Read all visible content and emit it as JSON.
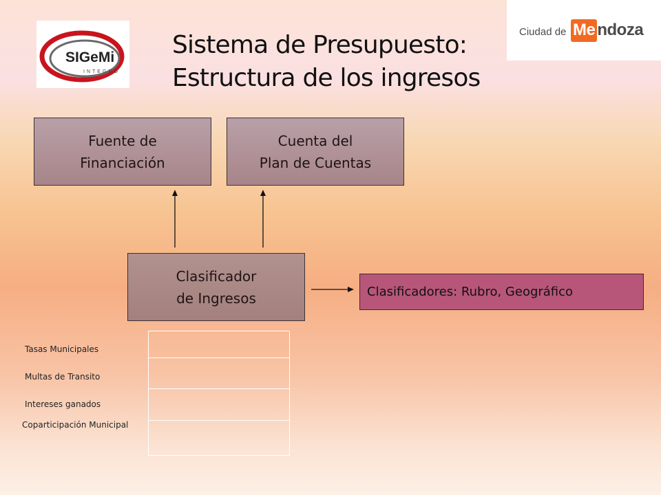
{
  "logos": {
    "left": {
      "name": "SIGeMi",
      "sub": "INTEGRO"
    },
    "right": {
      "city": "Ciudad de",
      "brand_highlight": "Me",
      "brand_rest": "ndoza"
    }
  },
  "title": {
    "line1": "Sistema de Presupuesto:",
    "line2": "Estructura de los ingresos"
  },
  "boxes": {
    "fuente": {
      "line1": "Fuente de",
      "line2": "Financiación"
    },
    "cuenta": {
      "line1": "Cuenta del",
      "line2": "Plan de Cuentas"
    },
    "clasificador": {
      "line1": "Clasificador",
      "line2": "de Ingresos"
    },
    "clasificadores": "Clasificadores: Rubro, Geográfico"
  },
  "items": [
    "Tasas Municipales",
    "Multas de Transito",
    "Intereses ganados",
    "Coparticipación Municipal"
  ],
  "colors": {
    "box_fill": "#b39a9f",
    "highlight_box": "#b85679",
    "mendoza_orange": "#f26a22",
    "sigemi_red": "#c8141e"
  }
}
